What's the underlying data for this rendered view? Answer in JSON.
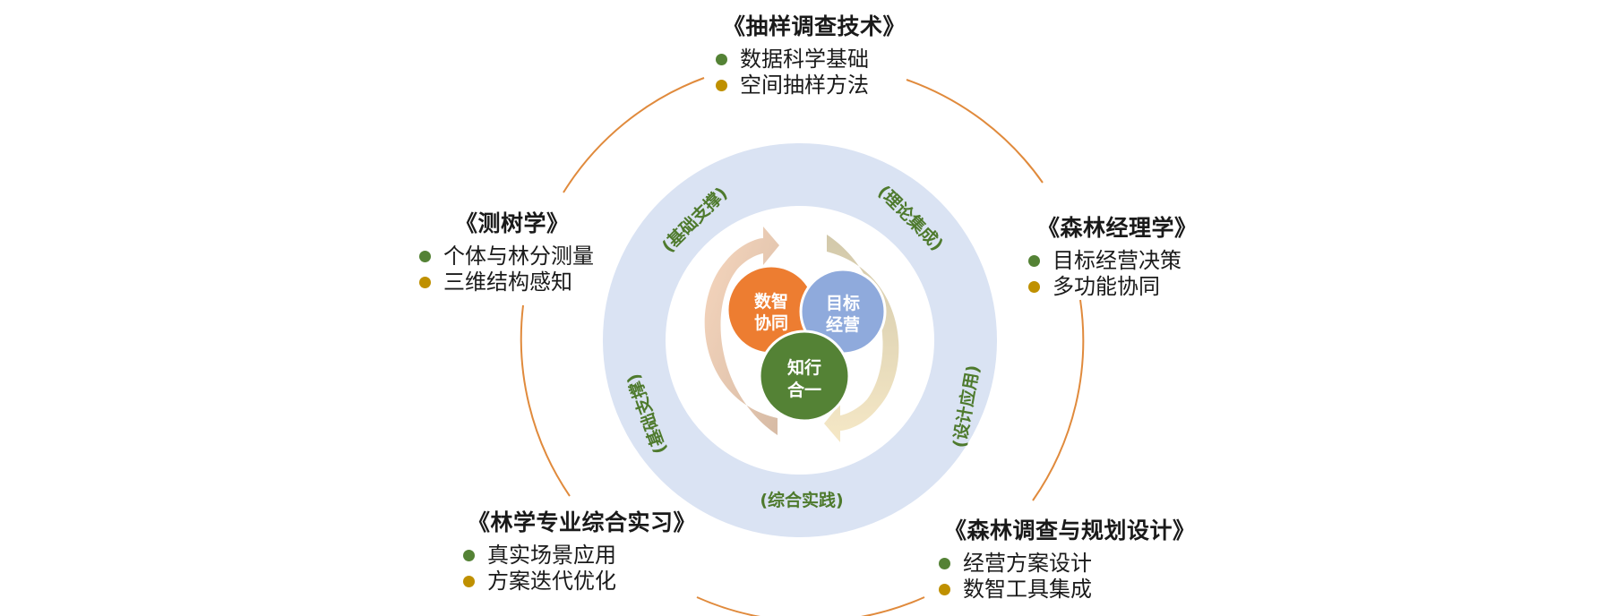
{
  "courses": [
    {
      "title": "《抽样调查技术》",
      "items": [
        "数据科学基础",
        "空间抽样方法"
      ]
    },
    {
      "title": "《测树学》",
      "items": [
        "个体与林分测量",
        "三维结构感知"
      ]
    },
    {
      "title": "《森林经理学》",
      "items": [
        "目标经营决策",
        "多功能协同"
      ]
    },
    {
      "title": "《林学专业综合实习》",
      "items": [
        "真实场景应用",
        "方案迭代优化"
      ]
    },
    {
      "title": "《森林调查与规划设计》",
      "items": [
        "经营方案设计",
        "数智工具集成"
      ]
    }
  ],
  "ring_labels": {
    "top_left": "(基础支撑)",
    "top_right": "(理论集成)",
    "left": "(基础支撑)",
    "right": "(设计应用)",
    "bottom": "(综合实践)"
  },
  "core": {
    "orange": [
      "数智",
      "协同"
    ],
    "blue": [
      "目标",
      "经营"
    ],
    "green": [
      "知行",
      "合一"
    ]
  },
  "colors": {
    "outer_ring": "#e08a3c",
    "middle_ring": "#dae3f3",
    "orange": "#ed7d31",
    "blue": "#8faadc",
    "green": "#548235",
    "label_green": "#4e7a2d",
    "bullet_green": "#548235",
    "bullet_gold": "#bf9000"
  }
}
